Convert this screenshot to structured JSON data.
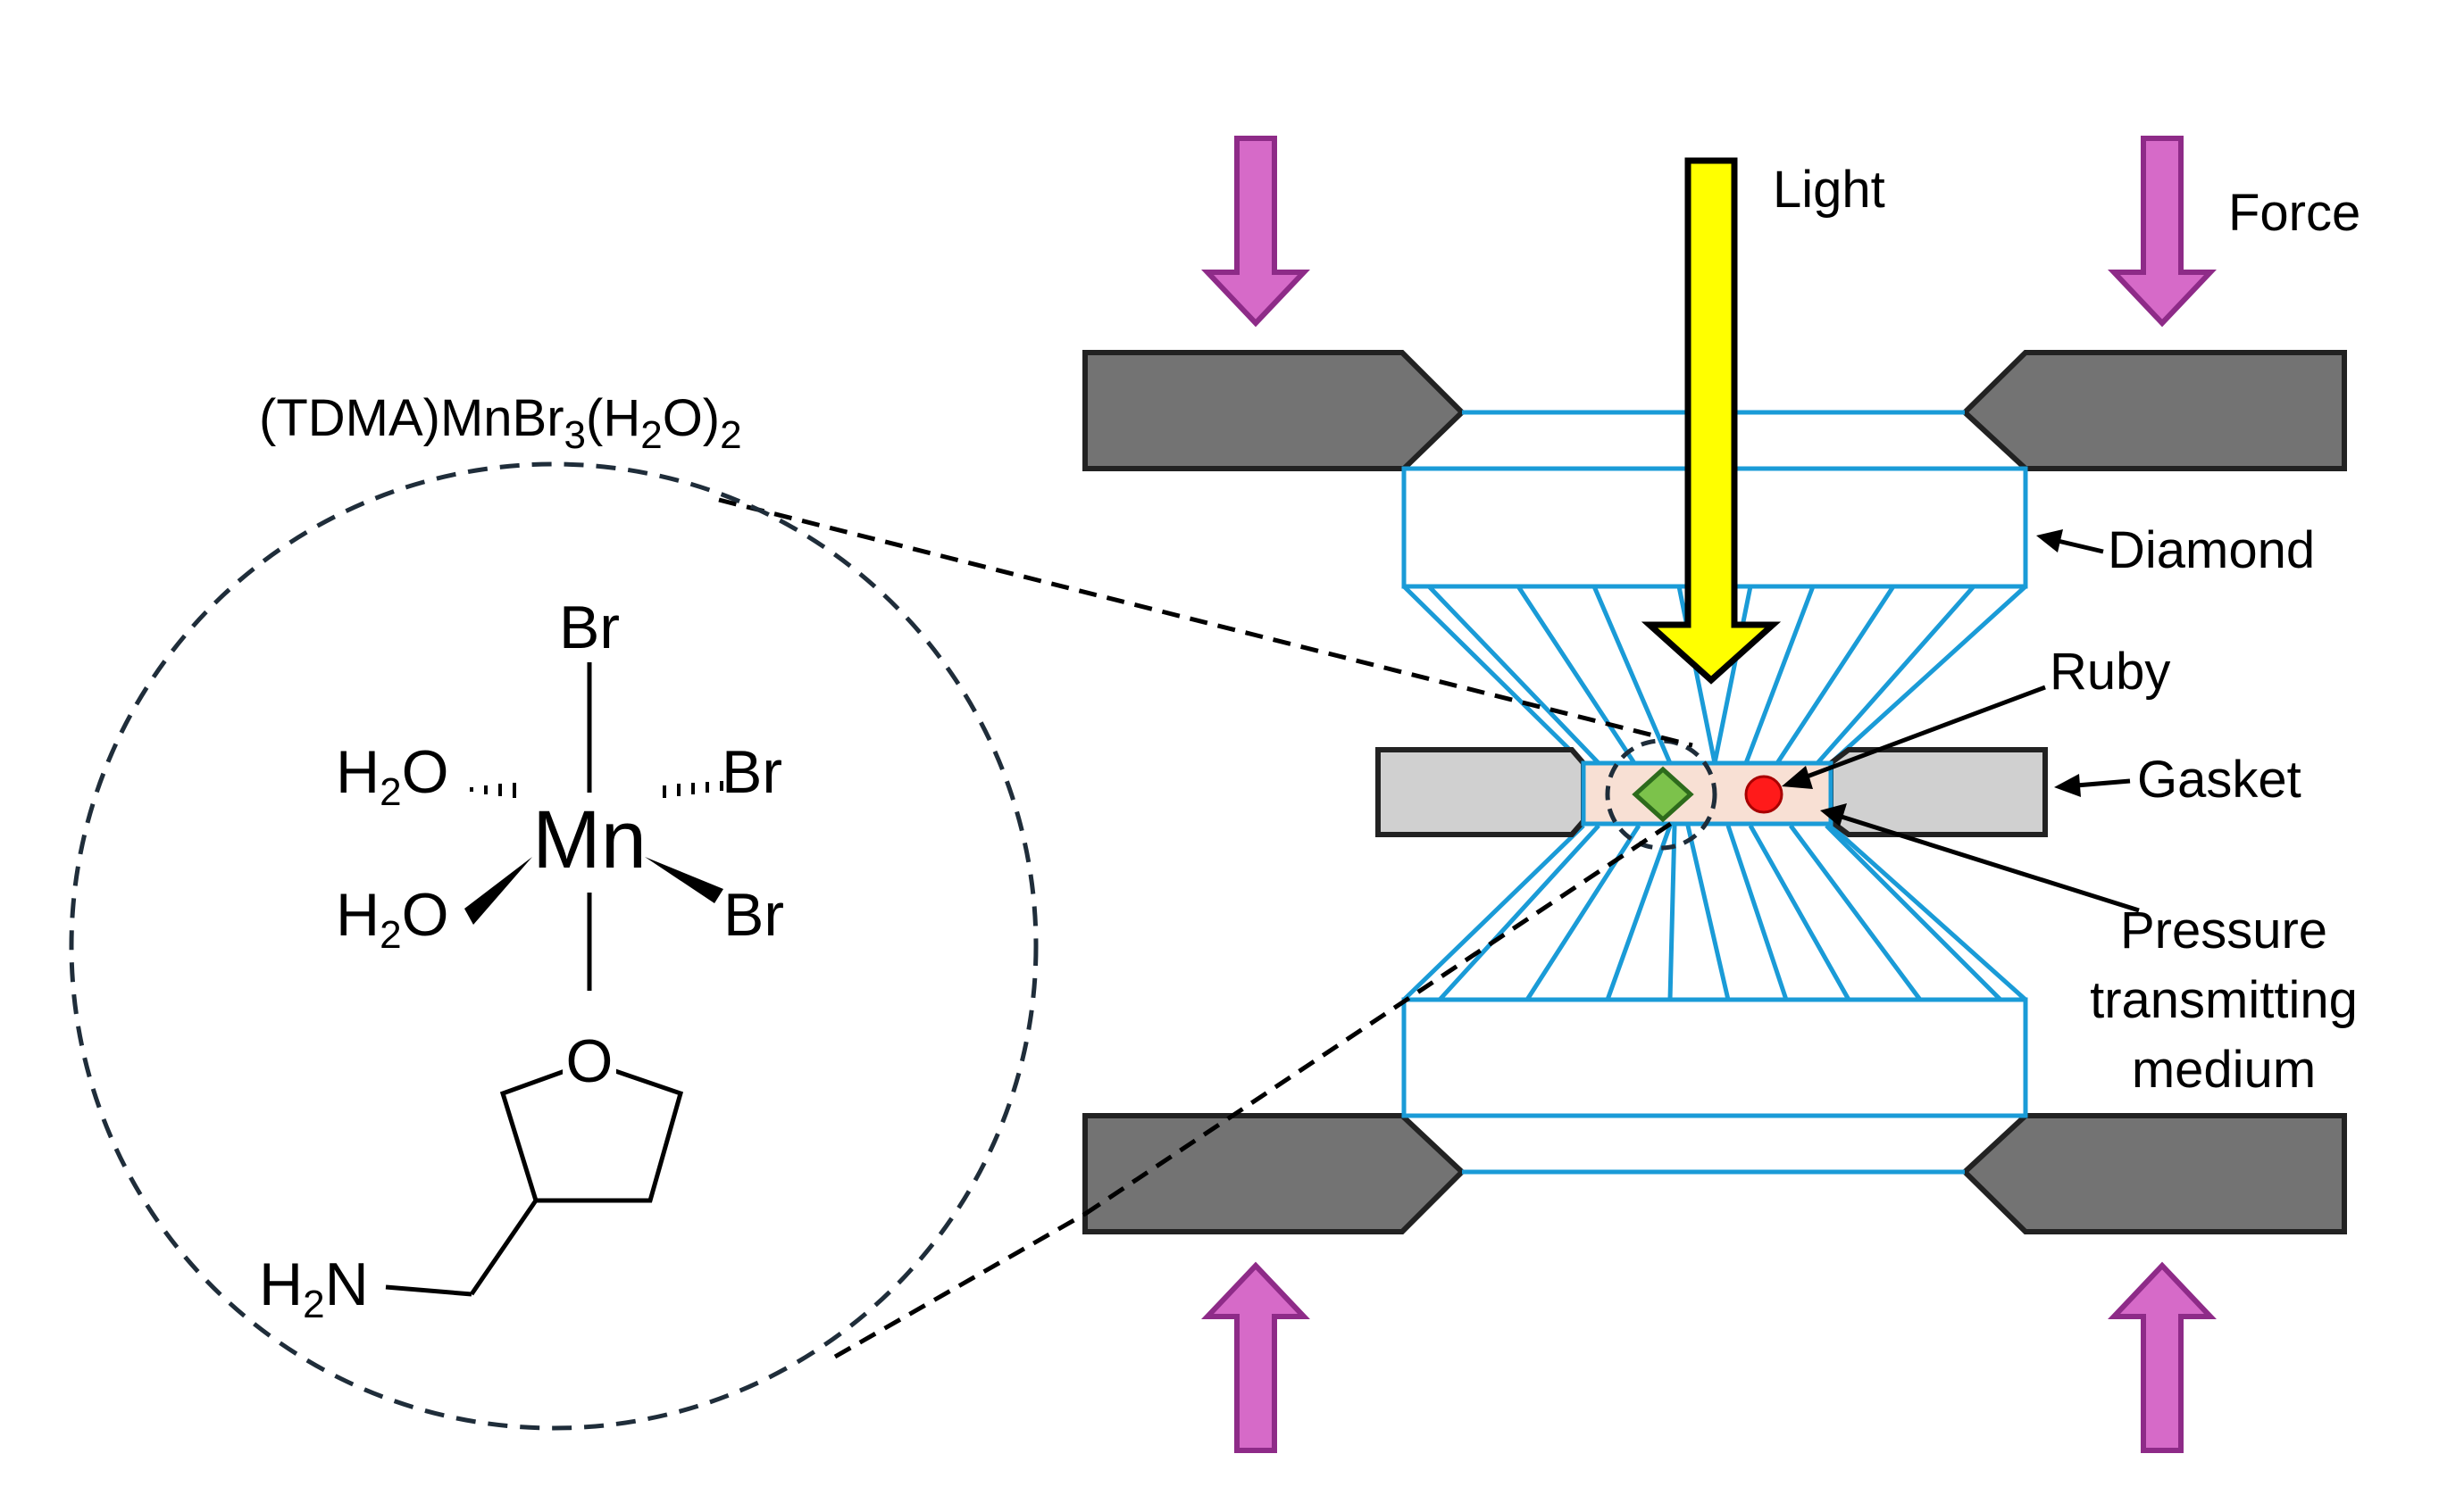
{
  "labels": {
    "light": "Light",
    "force": "Force",
    "diamond": "Diamond",
    "ruby": "Ruby",
    "gasket": "Gasket",
    "ptm_line1": "Pressure",
    "ptm_line2": "transmitting",
    "ptm_line3": "medium"
  },
  "compound": {
    "name_part1": "(TDMA)MnBr",
    "name_sub1": "3",
    "name_part2": "(H",
    "name_sub2": "2",
    "name_part3": "O)",
    "name_sub3": "2"
  },
  "structure": {
    "br_top": "Br",
    "br_right_upper": "Br",
    "br_right_lower": "Br",
    "mn": "Mn",
    "h2o_h": "H",
    "h2o_sub": "2",
    "h2o_o": "O",
    "ring_o": "O",
    "nh2_h": "H",
    "nh2_sub": "2",
    "nh2_n": "N"
  },
  "colors": {
    "arrow_force": "#d66ac8",
    "arrow_force_stroke": "#8e2b88",
    "arrow_light": "#ffff00",
    "anvil_dark": "#737373",
    "gasket_gray": "#d0d0d0",
    "diamond_line": "#1a9bd7",
    "chamber": "#f8e0d4",
    "sample": "#7cc24b",
    "ruby": "#ff1a1a"
  }
}
